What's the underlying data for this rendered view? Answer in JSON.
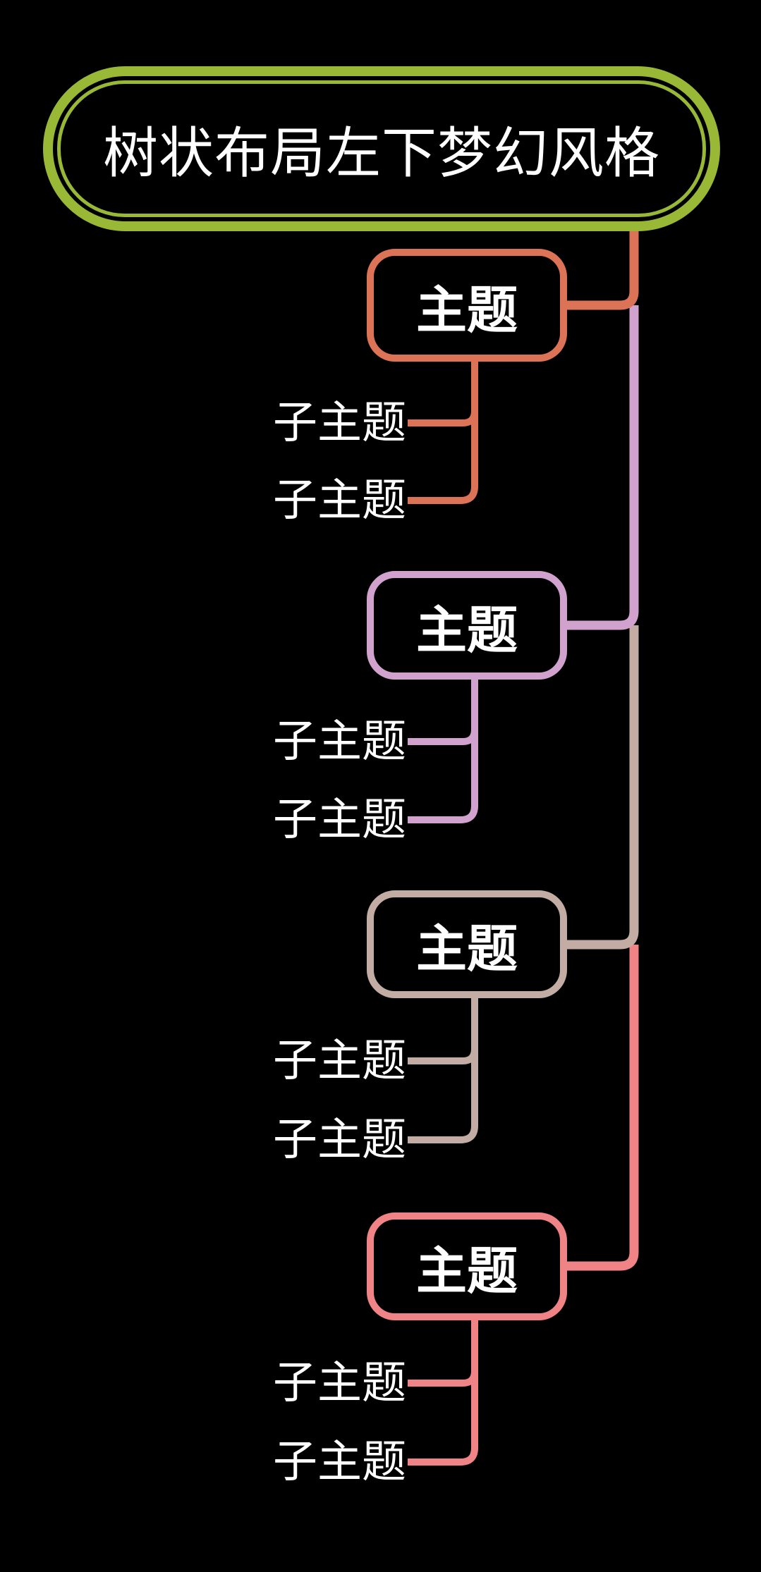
{
  "colors": {
    "background": "#000000",
    "root_border": "#98b836",
    "text": "#ffffff"
  },
  "root": {
    "label": "树状布局左下梦幻风格"
  },
  "branches": [
    {
      "label": "主题",
      "color": "#dd7356",
      "children": [
        {
          "label": "子主题"
        },
        {
          "label": "子主题"
        }
      ]
    },
    {
      "label": "主题",
      "color": "#d2a2ce",
      "children": [
        {
          "label": "子主题"
        },
        {
          "label": "子主题"
        }
      ]
    },
    {
      "label": "主题",
      "color": "#c3aca3",
      "children": [
        {
          "label": "子主题"
        },
        {
          "label": "子主题"
        }
      ]
    },
    {
      "label": "主题",
      "color": "#f08386",
      "children": [
        {
          "label": "子主题"
        },
        {
          "label": "子主题"
        }
      ]
    }
  ]
}
